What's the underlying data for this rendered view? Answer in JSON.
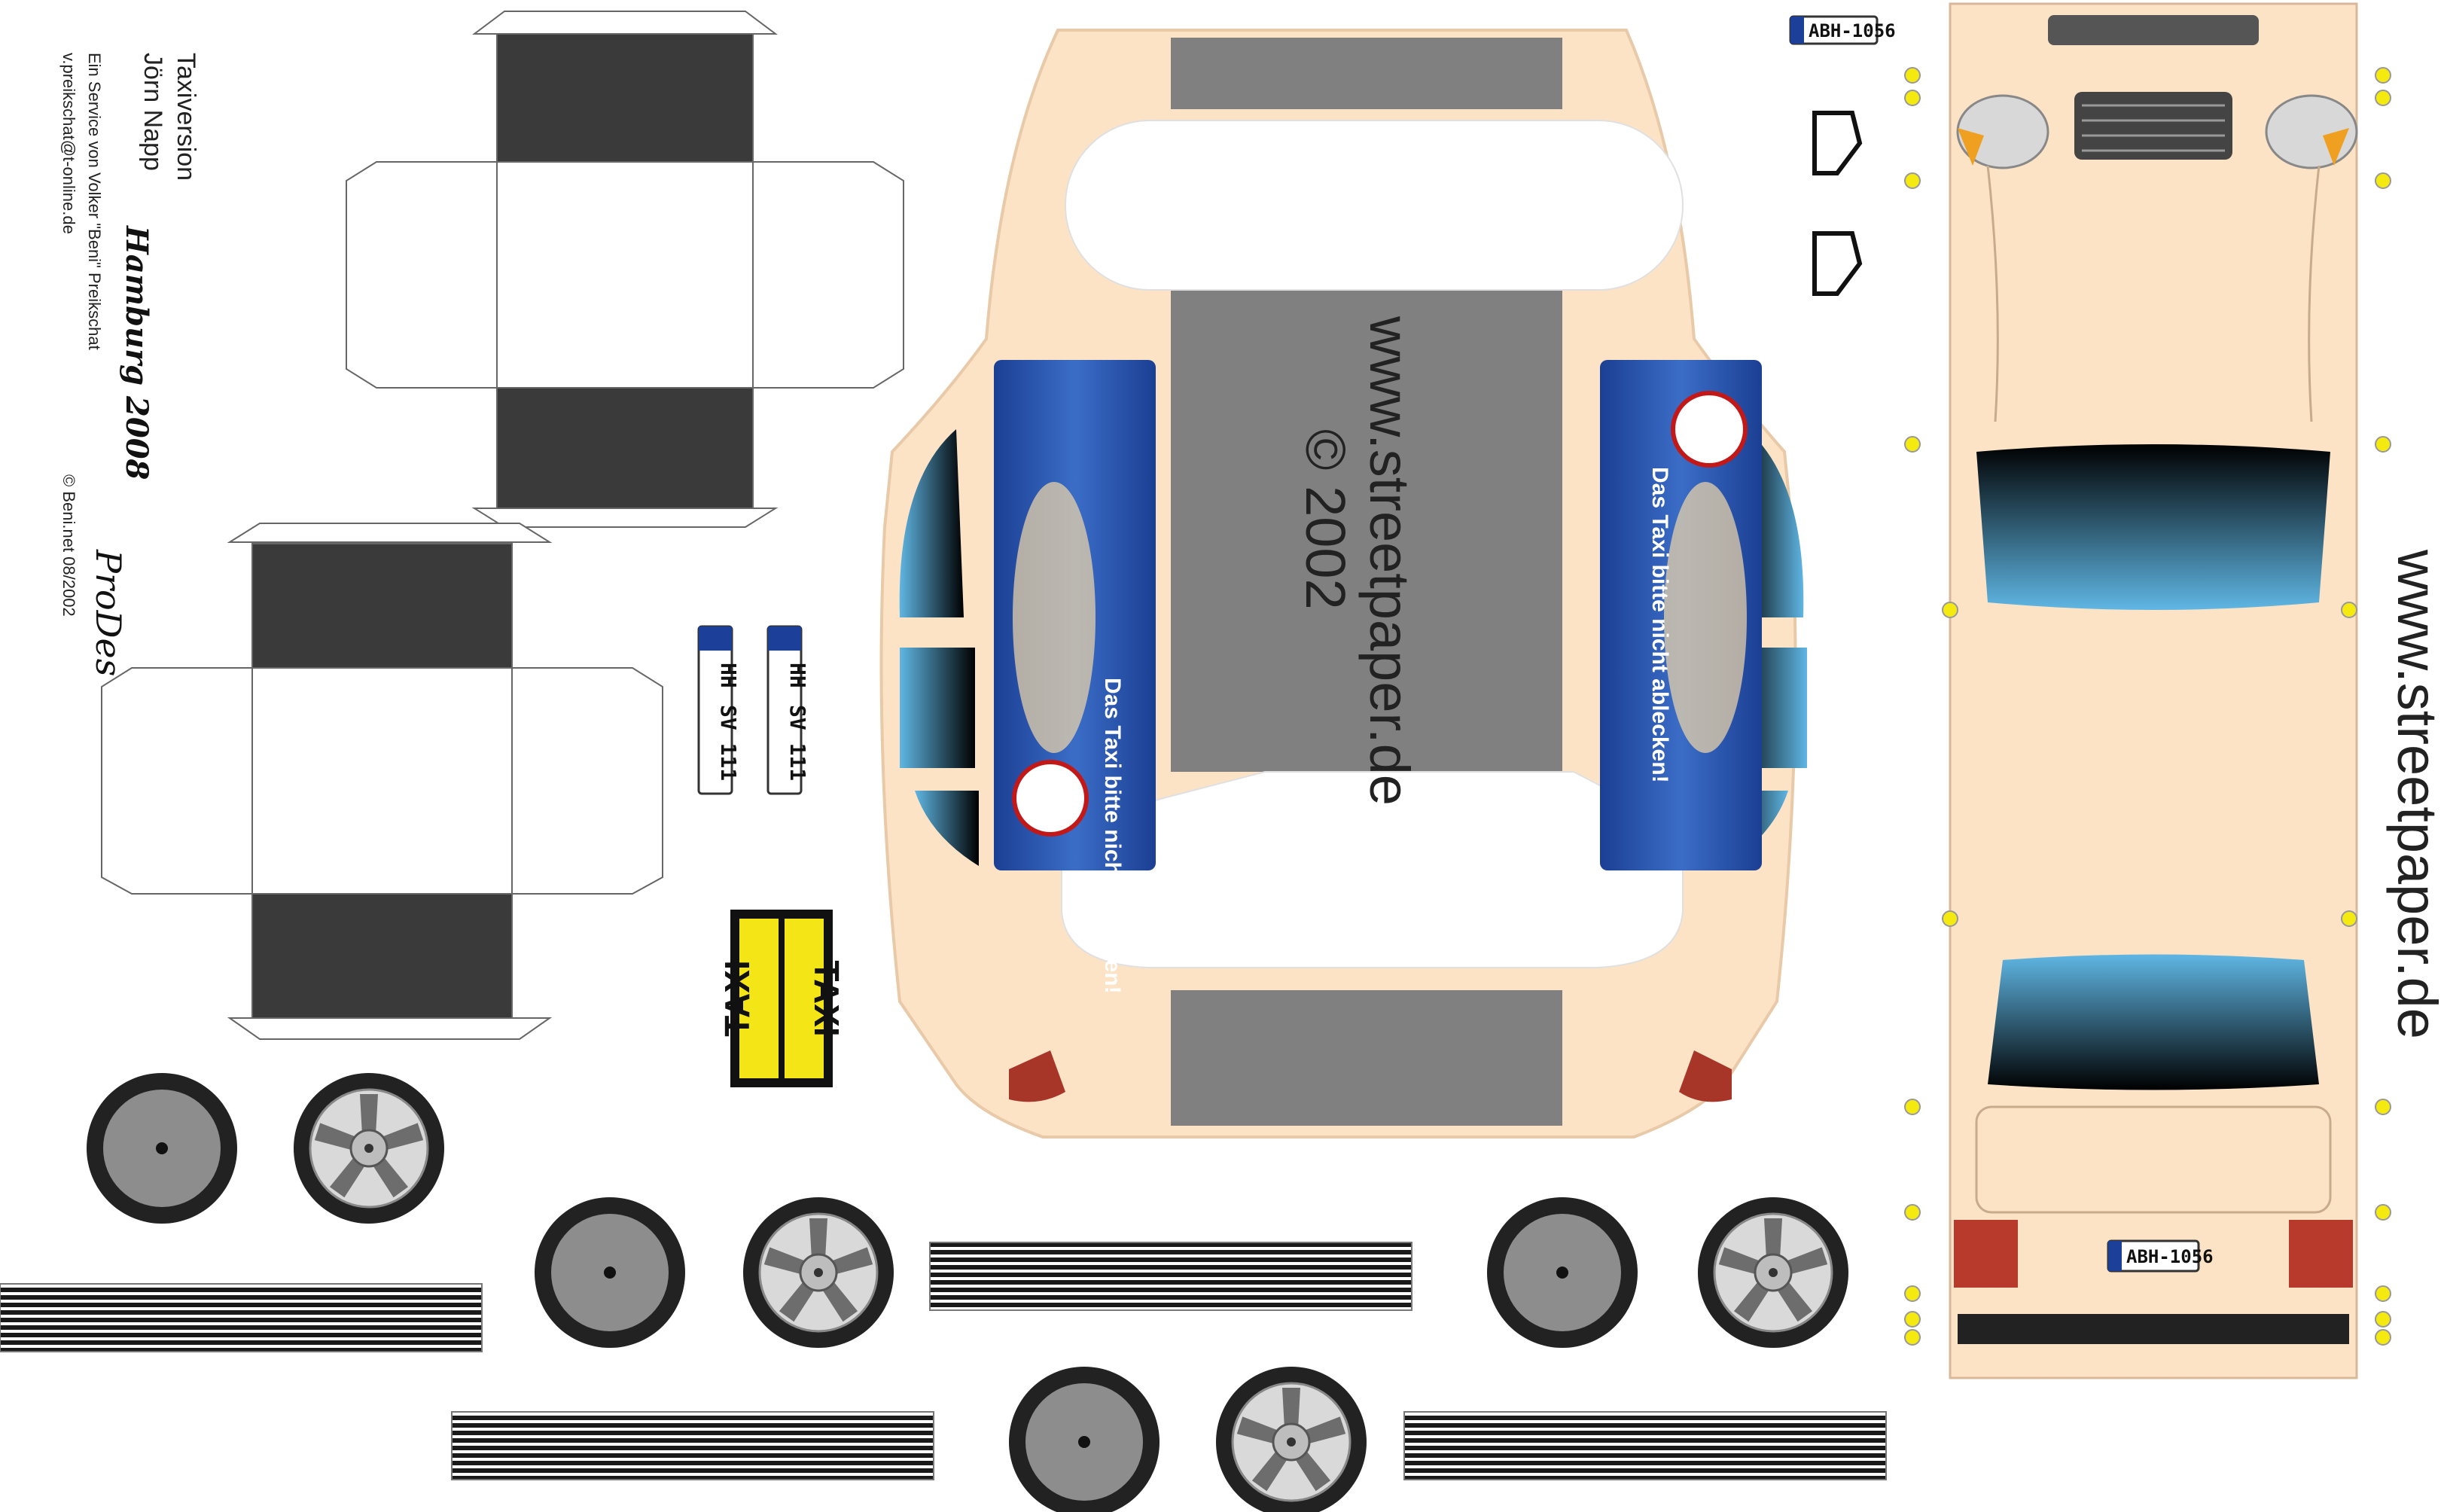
{
  "credits": {
    "version": "Taxiversion",
    "author": "Jörn Napp",
    "city_year": "Hamburg 2008",
    "series": "Ein Service von Volker \"Beni\" Preikschat",
    "email": "v.preikschat@t-online.de",
    "copyright": "© Beni.net 08/2002",
    "brand": "ProDes"
  },
  "watermark": {
    "url": "www.streetpaper.de",
    "year": "© 2002"
  },
  "side_panel_text": "Das Taxi bitte nicht ablecken!",
  "front_plates": [
    {
      "region": "HH",
      "number": "SV 111"
    },
    {
      "region": "HH",
      "number": "SV 111"
    }
  ],
  "rear_plate": "ABH-1056",
  "small_plate": "ABH-1056",
  "taxi_sign": [
    "TAXI",
    "TAXI"
  ],
  "colors": {
    "body": "#fce3c6",
    "roof_strip": "#808080",
    "dark_panel": "#3a3a3a",
    "glass_top": "#000000",
    "glass_bottom": "#5fb6e4",
    "taxi_yellow": "#f3e516",
    "ad_blue": "#21489b",
    "glue_dot": "#f5ea10"
  }
}
